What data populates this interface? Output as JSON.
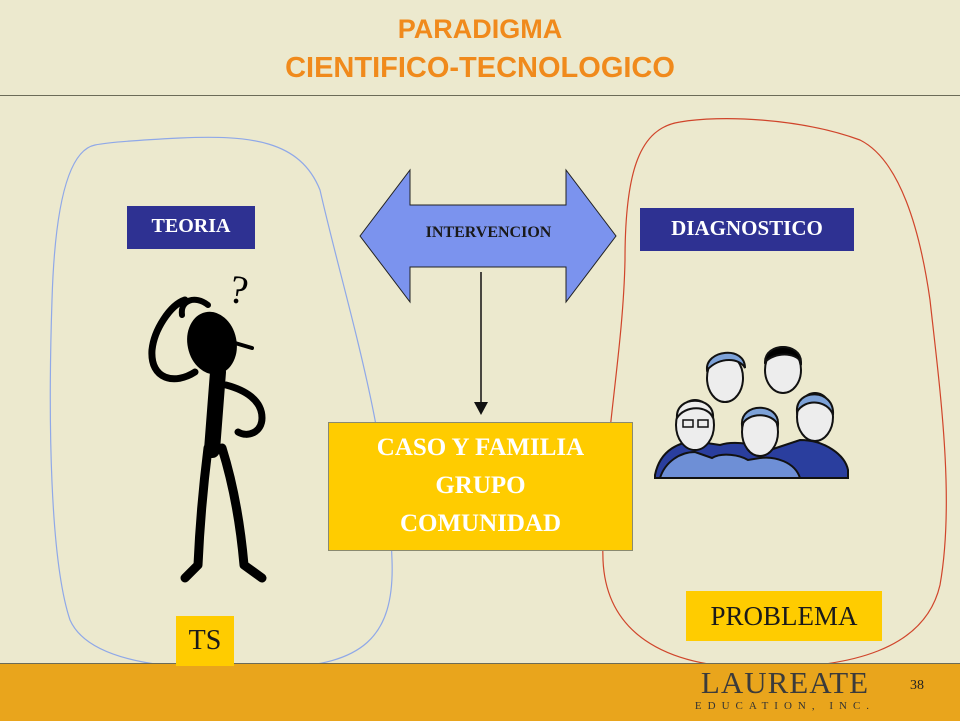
{
  "title": {
    "line1": "PARADIGMA",
    "line2": "CIENTIFICO-TECNOLOGICO"
  },
  "labels": {
    "teoria": "TEORIA",
    "diagnostico": "DIAGNOSTICO",
    "intervencion": "INTERVENCION",
    "caso": [
      "CASO Y FAMILIA",
      "GRUPO",
      "COMUNIDAD"
    ],
    "problema": "PROBLEMA",
    "ts": "TS"
  },
  "thinker": {
    "question_mark": "?"
  },
  "footer": {
    "page_number": "38",
    "logo_name": "LAUREATE",
    "logo_sub": "EDUCATION, INC."
  },
  "colors": {
    "background": "#ECE9CE",
    "title": "#F08A1C",
    "navy_box": "#2E3192",
    "yellow_box": "#FFCC00",
    "arrow_fill": "#7B93EE",
    "left_outline": "#8FA8E8",
    "right_outline": "#D0452B",
    "footer": "#E9A51C"
  }
}
